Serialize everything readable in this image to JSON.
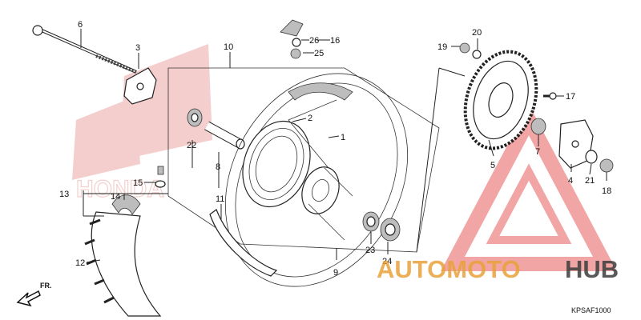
{
  "diagram": {
    "code": "KPSAF1000",
    "direction_label": "FR.",
    "watermark": {
      "part1": "AUTOMOTO",
      "part2": "HUB",
      "accent_color": "#e9a23b",
      "triangle_color": "#e85c5c",
      "dark_color": "#3d3d3d"
    },
    "background_logo_text": "HONDA",
    "callouts": [
      {
        "id": "c1",
        "label": "1"
      },
      {
        "id": "c2",
        "label": "2"
      },
      {
        "id": "c3",
        "label": "3"
      },
      {
        "id": "c4",
        "label": "4"
      },
      {
        "id": "c5",
        "label": "5"
      },
      {
        "id": "c6",
        "label": "6"
      },
      {
        "id": "c7",
        "label": "7"
      },
      {
        "id": "c8",
        "label": "8"
      },
      {
        "id": "c9",
        "label": "9"
      },
      {
        "id": "c10",
        "label": "10"
      },
      {
        "id": "c11",
        "label": "11"
      },
      {
        "id": "c12",
        "label": "12"
      },
      {
        "id": "c13",
        "label": "13"
      },
      {
        "id": "c14",
        "label": "14"
      },
      {
        "id": "c15",
        "label": "15"
      },
      {
        "id": "c16",
        "label": "16"
      },
      {
        "id": "c17",
        "label": "17"
      },
      {
        "id": "c18",
        "label": "18"
      },
      {
        "id": "c19",
        "label": "19"
      },
      {
        "id": "c20",
        "label": "20"
      },
      {
        "id": "c21",
        "label": "21"
      },
      {
        "id": "c22",
        "label": "22"
      },
      {
        "id": "c23",
        "label": "23"
      },
      {
        "id": "c24",
        "label": "24"
      },
      {
        "id": "c25",
        "label": "25"
      },
      {
        "id": "c26",
        "label": "26"
      }
    ]
  }
}
